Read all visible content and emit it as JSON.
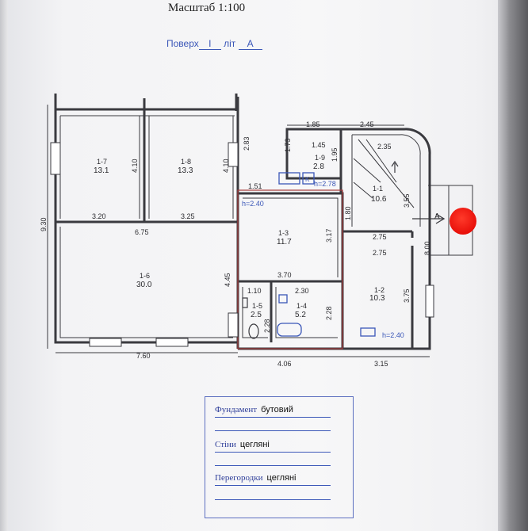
{
  "header": {
    "scale": "Масштаб 1:100",
    "floor_label": "Поверх",
    "floor_value": "I",
    "lit_label": "літ",
    "lit_value": "А"
  },
  "rooms": [
    {
      "id": "1-7",
      "area": "13.1"
    },
    {
      "id": "1-8",
      "area": "13.3"
    },
    {
      "id": "1-9",
      "area": "2.8"
    },
    {
      "id": "1-1",
      "area": "10.6"
    },
    {
      "id": "1-3",
      "area": "11.7"
    },
    {
      "id": "1-6",
      "area": "30.0"
    },
    {
      "id": "1-2",
      "area": "10.3"
    },
    {
      "id": "1-5",
      "area": "2.5"
    },
    {
      "id": "1-4",
      "area": "5.2"
    }
  ],
  "dimensions": {
    "d_930": "9.30",
    "d_410a": "4.10",
    "d_410b": "4.10",
    "d_283": "2.83",
    "d_320": "3.20",
    "d_325": "3.25",
    "d_675": "6.75",
    "d_445": "4.45",
    "d_760": "7.60",
    "d_151": "1.51",
    "d_185": "1.85",
    "d_145": "1.45",
    "d_173": "1.73",
    "d_195": "1.95",
    "d_245": "2.45",
    "d_235": "2.35",
    "d_180": "1.80",
    "d_317": "3.17",
    "d_370": "3.70",
    "d_110": "1.10",
    "d_230": "2.30",
    "d_228a": "2.28",
    "d_228b": "2.28",
    "d_406": "4.06",
    "d_275a": "2.75",
    "d_275b": "2.75",
    "d_355": "3.55",
    "d_375": "3.75",
    "d_800": "8.00",
    "d_315": "3.15"
  },
  "heights": {
    "h1": "h=2.40",
    "h2": "h=2.78",
    "h3": "h=2.40"
  },
  "symbols": {
    "boiler": "K",
    "entrance": "A"
  },
  "legend": {
    "foundation_label": "Фундамент",
    "foundation_value": "бутовий",
    "walls_label": "Стіни",
    "walls_value": "цегляні",
    "partitions_label": "Перегородки",
    "partitions_value": "цегляні"
  },
  "colors": {
    "plan_ink": "#3a3a3f",
    "blue_ink": "#3b57b8",
    "red_outline": "#a53a3a",
    "marker": "#e8100a"
  }
}
